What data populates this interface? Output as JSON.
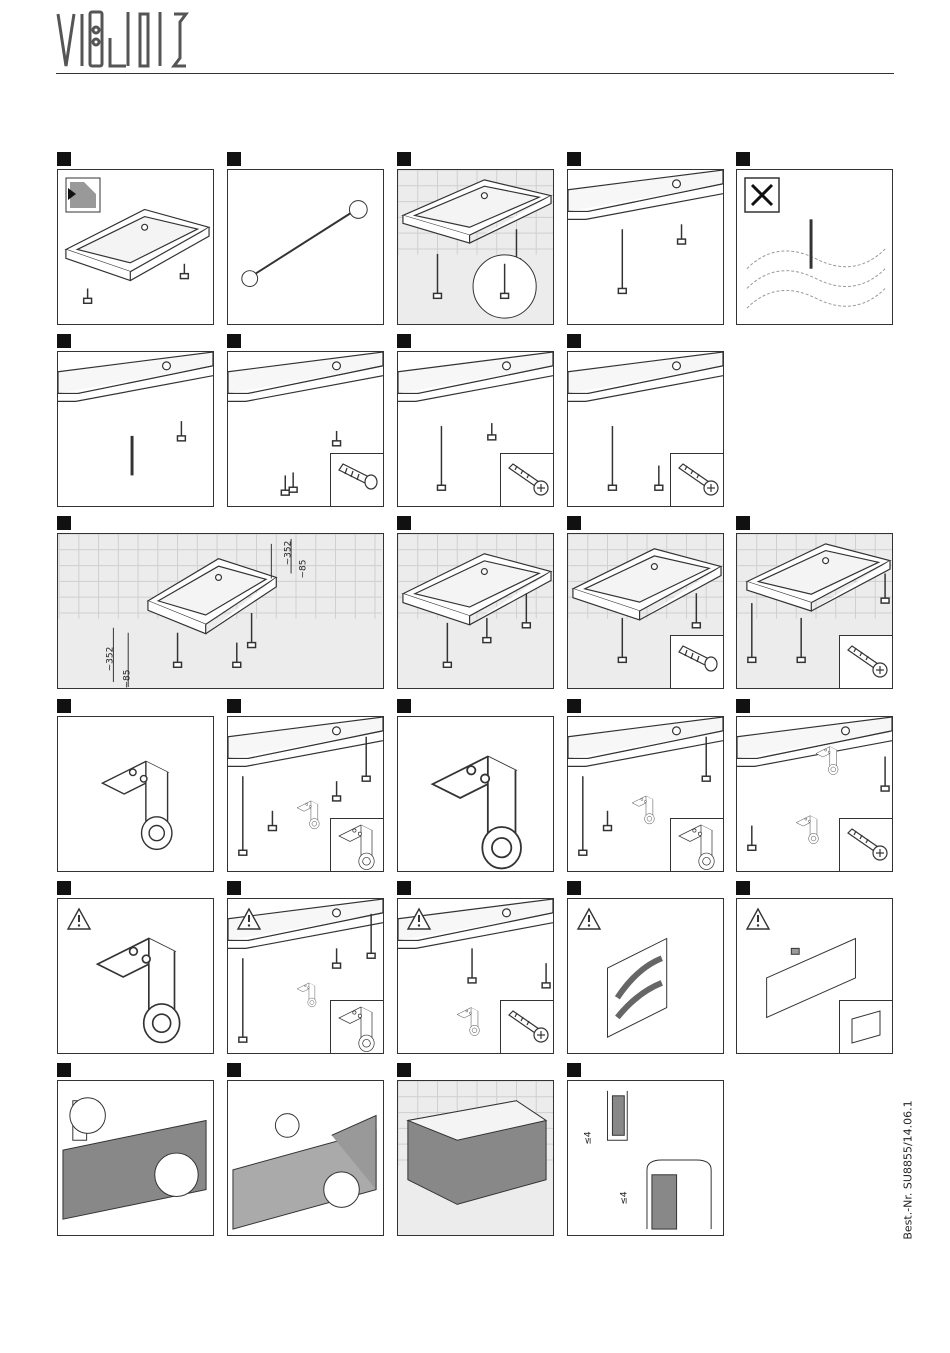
{
  "brand": {
    "name": "Villeroy & Boch logo"
  },
  "footer": {
    "order_number": "Best.-Nr. SU8855/14.06.1"
  },
  "icons": {
    "logo": "tools-logo-icon",
    "warning": "warning-triangle-icon",
    "forbidden": "x-forbidden-icon",
    "screw": "screw-icon",
    "dowel": "wall-plug-icon"
  },
  "dimensions": {
    "a": "~352",
    "b": "~85",
    "c": "≤4",
    "d": "≤4"
  },
  "colors": {
    "line": "#333333",
    "panel_gray": "#ececec",
    "tile": "#cfcfcf"
  }
}
